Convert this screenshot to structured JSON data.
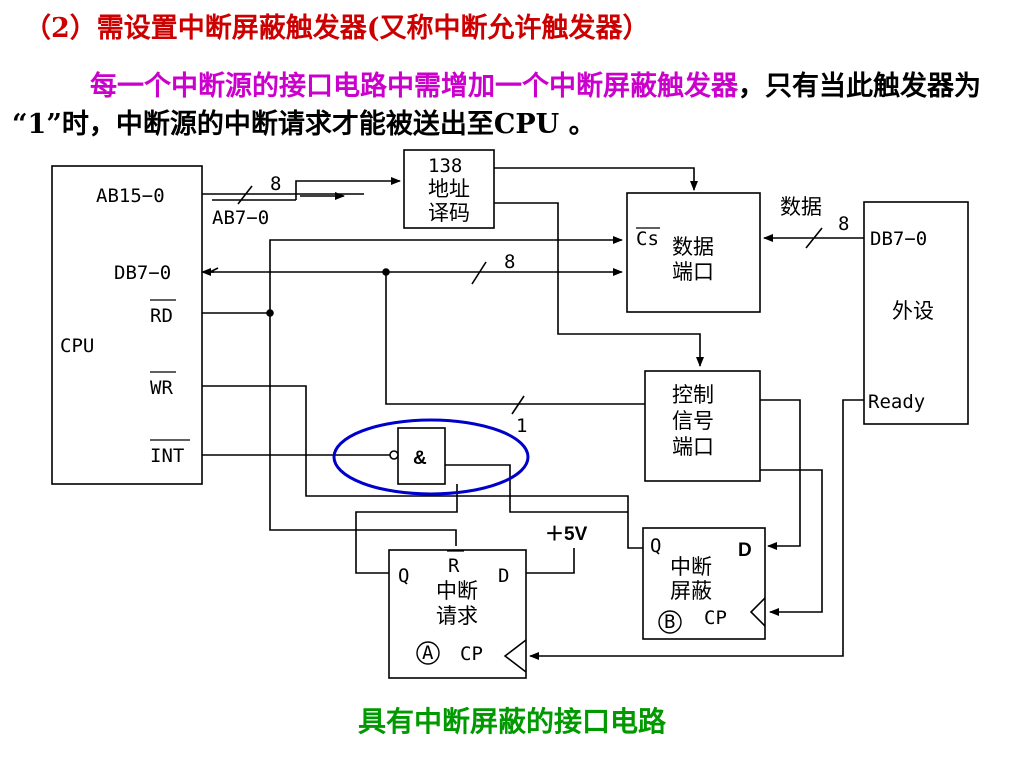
{
  "colors": {
    "heading": "#cc0000",
    "highlight": "#cc00cc",
    "caption": "#009900",
    "ellipse": "#0000cc"
  },
  "heading": "（2）需设置中断屏蔽触发器(又称中断允许触发器）",
  "paragraph": {
    "highlight": "每一个中断源的接口电路中需增加一个中断屏蔽触发器",
    "rest": "，只有当此触发器为 “1”时，中断源的中断请求才能被送出至CPU 。"
  },
  "caption": "具有中断屏蔽的接口电路",
  "diagram": {
    "cpu": {
      "name": "CPU",
      "ab": "AB15−0",
      "db": "DB7−0",
      "rd": "RD",
      "wr": "WR",
      "int": "INT"
    },
    "decoder": {
      "line1": "138",
      "line2": "地址",
      "line3": "译码"
    },
    "bus_labels": {
      "ab_width": "8",
      "ab_low": "AB7−0",
      "db_width": "8",
      "data_width": "8",
      "ctrl_width": "1",
      "data_word": "数据"
    },
    "data_port": {
      "cs": "Cs",
      "line1": "数据",
      "line2": "端口"
    },
    "control_port": {
      "line1": "控制",
      "line2": "信号",
      "line3": "端口"
    },
    "peripheral": {
      "db": "DB7−0",
      "name": "外设",
      "ready": "Ready"
    },
    "and_gate": {
      "symbol": "&"
    },
    "request_ff": {
      "q": "Q",
      "r": "R",
      "d": "D",
      "line1": "中断",
      "line2": "请求",
      "tag": "A",
      "cp": "CP"
    },
    "mask_ff": {
      "q": "Q",
      "d": "D",
      "line1": "中断",
      "line2": "屏蔽",
      "tag": "B",
      "cp": "CP"
    },
    "supply": "＋5V"
  }
}
